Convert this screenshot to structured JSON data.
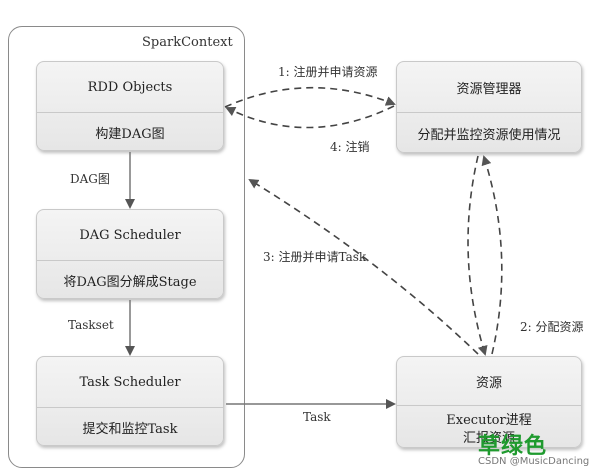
{
  "container": {
    "title": "SparkContext"
  },
  "nodes": {
    "rdd": {
      "title": "RDD Objects",
      "subtitle": "构建DAG图"
    },
    "dag_scheduler": {
      "title": "DAG Scheduler",
      "subtitle": "将DAG图分解成Stage"
    },
    "task_scheduler": {
      "title": "Task Scheduler",
      "subtitle": "提交和监控Task"
    },
    "resource_manager": {
      "title": "资源管理器",
      "subtitle": "分配并监控资源使用情况"
    },
    "resource": {
      "title": "资源",
      "subtitle_line1": "Executor进程",
      "subtitle_line2": "汇报资源"
    }
  },
  "edges": {
    "rdd_to_dag": "DAG图",
    "dag_to_task": "Taskset",
    "register_resource": "1: 注册并申请资源",
    "allocate_resource": "2: 分配资源",
    "register_task": "3: 注册并申请Task",
    "deregister": "4: 注销",
    "task": "Task"
  },
  "watermark": {
    "text": "草绿色",
    "source": "CSDN @MusicDancing"
  }
}
